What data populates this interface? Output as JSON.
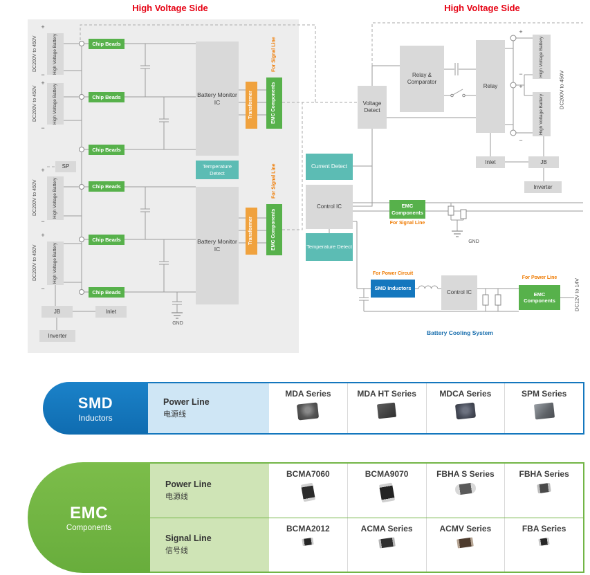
{
  "titles": {
    "left": "High Voltage Side",
    "right": "High Voltage Side"
  },
  "labels": {
    "chip_beads": "Chip Beads",
    "hv_battery": "High Voltage Battery",
    "dc_hv": "DC200V to 450V",
    "dc_lv": "DC12V to 14V",
    "battery_monitor_ic": "Battery Monitor IC",
    "temperature_detect": "Temperature Detect",
    "transformer": "Transformer",
    "emc_components": "EMC Components",
    "for_signal_line": "For Signal Line",
    "for_power_circuit": "For Power Circuit",
    "for_power_line": "For Power Line",
    "smd_inductors": "SMD Inductors",
    "sp": "SP",
    "jb": "JB",
    "inlet": "Inlet",
    "inverter": "Inverter",
    "gnd": "GND",
    "voltage_detect": "Voltage Detect",
    "relay_comparator": "Relay & Comparator",
    "relay": "Relay",
    "current_detect": "Current Detect",
    "control_ic": "Control IC",
    "battery_cooling": "Battery Cooling System",
    "plus": "+",
    "minus": "−"
  },
  "smd_table": {
    "title": "SMD",
    "subtitle": "Inductors",
    "row": {
      "en": "Power Line",
      "cn": "电源线"
    },
    "products": [
      {
        "name": "MDA Series"
      },
      {
        "name": "MDA HT Series"
      },
      {
        "name": "MDCA Series"
      },
      {
        "name": "SPM Series"
      }
    ]
  },
  "emc_table": {
    "title": "EMC",
    "subtitle": "Components",
    "rows": [
      {
        "en": "Power Line",
        "cn": "电源线",
        "products": [
          {
            "name": "BCMA7060"
          },
          {
            "name": "BCMA9070"
          },
          {
            "name": "FBHA S Series"
          },
          {
            "name": "FBHA Series"
          }
        ]
      },
      {
        "en": "Signal Line",
        "cn": "信号线",
        "products": [
          {
            "name": "BCMA2012"
          },
          {
            "name": "ACMA Series"
          },
          {
            "name": "ACMV Series"
          },
          {
            "name": "FBA Series"
          }
        ]
      }
    ]
  },
  "colors": {
    "red_title": "#e60012",
    "component_green": "#57b14b",
    "teal": "#5cbcb4",
    "orange_box": "#f0a23e",
    "orange_text": "#ef7a00",
    "blue": "#1477be",
    "emc_green": "#72b546",
    "gray_box": "#d9d9d9",
    "panel_gray": "#ededed"
  }
}
